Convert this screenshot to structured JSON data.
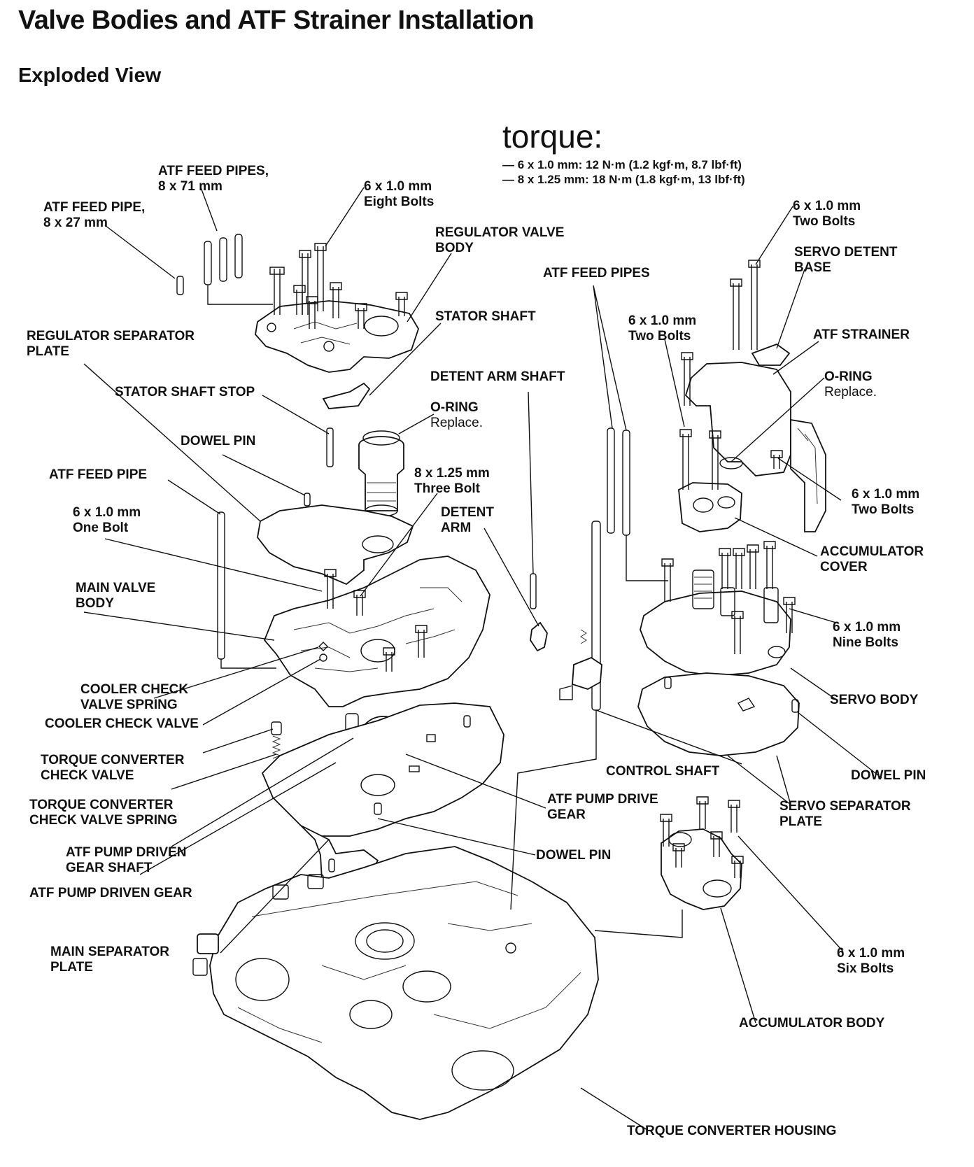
{
  "header": {
    "title": "Valve Bodies and ATF Strainer Installation",
    "subtitle": "Exploded View"
  },
  "torque": {
    "heading": "torque:",
    "lines": [
      "— 6 x 1.0 mm: 12 N·m (1.2 kgf·m, 8.7 lbf·ft)",
      "— 8 x 1.25 mm: 18 N·m (1.8 kgf·m, 13 lbf·ft)"
    ]
  },
  "labels": {
    "atf_feed_pipes_8x71": [
      "ATF FEED PIPES,",
      "8 x 71 mm"
    ],
    "atf_feed_pipe_8x27": [
      "ATF FEED PIPE,",
      "8 x 27 mm"
    ],
    "eight_bolts": [
      "6 x 1.0 mm",
      "Eight Bolts"
    ],
    "regulator_valve_body": [
      "REGULATOR VALVE",
      "BODY"
    ],
    "atf_feed_pipes": "ATF FEED PIPES",
    "two_bolts_top": [
      "6 x 1.0 mm",
      "Two Bolts"
    ],
    "servo_detent_base": [
      "SERVO DETENT",
      "BASE"
    ],
    "stator_shaft": "STATOR SHAFT",
    "regulator_separator_plate": [
      "REGULATOR SEPARATOR",
      "PLATE"
    ],
    "two_bolts_mid": [
      "6 x 1.0 mm",
      "Two Bolts"
    ],
    "atf_strainer": "ATF STRAINER",
    "stator_shaft_stop": "STATOR SHAFT STOP",
    "detent_arm_shaft": "DETENT ARM SHAFT",
    "o_ring_right": [
      "O-RING",
      "Replace."
    ],
    "o_ring_left": [
      "O-RING",
      "Replace."
    ],
    "dowel_pin_upper": "DOWEL PIN",
    "atf_feed_pipe_left": "ATF FEED PIPE",
    "three_bolt": [
      "8 x 1.25 mm",
      "Three Bolt"
    ],
    "two_bolts_right": [
      "6 x 1.0 mm",
      "Two Bolts"
    ],
    "one_bolt": [
      "6 x 1.0 mm",
      "One Bolt"
    ],
    "detent_arm": [
      "DETENT",
      "ARM"
    ],
    "accumulator_cover": [
      "ACCUMULATOR",
      "COVER"
    ],
    "main_valve_body": [
      "MAIN VALVE",
      "BODY"
    ],
    "nine_bolts": [
      "6 x 1.0 mm",
      "Nine Bolts"
    ],
    "cooler_check_valve_spring": [
      "COOLER CHECK",
      "VALVE SPRING"
    ],
    "servo_body": "SERVO BODY",
    "cooler_check_valve": "COOLER CHECK VALVE",
    "torque_converter_check_valve": [
      "TORQUE CONVERTER",
      "CHECK VALVE"
    ],
    "control_shaft": "CONTROL SHAFT",
    "dowel_pin_right": "DOWEL PIN",
    "tc_check_valve_spring": [
      "TORQUE CONVERTER",
      "CHECK VALVE SPRING"
    ],
    "atf_pump_drive_gear": [
      "ATF PUMP DRIVE",
      "GEAR"
    ],
    "servo_separator_plate": [
      "SERVO SEPARATOR",
      "PLATE"
    ],
    "atf_pump_driven_gear_shaft": [
      "ATF PUMP DRIVEN",
      "GEAR SHAFT"
    ],
    "dowel_pin_lower": "DOWEL PIN",
    "atf_pump_driven_gear": "ATF PUMP DRIVEN GEAR",
    "main_separator_plate": [
      "MAIN SEPARATOR",
      "PLATE"
    ],
    "six_bolts": [
      "6 x 1.0 mm",
      "Six Bolts"
    ],
    "accumulator_body": "ACCUMULATOR BODY",
    "torque_converter_housing": "TORQUE CONVERTER HOUSING"
  }
}
